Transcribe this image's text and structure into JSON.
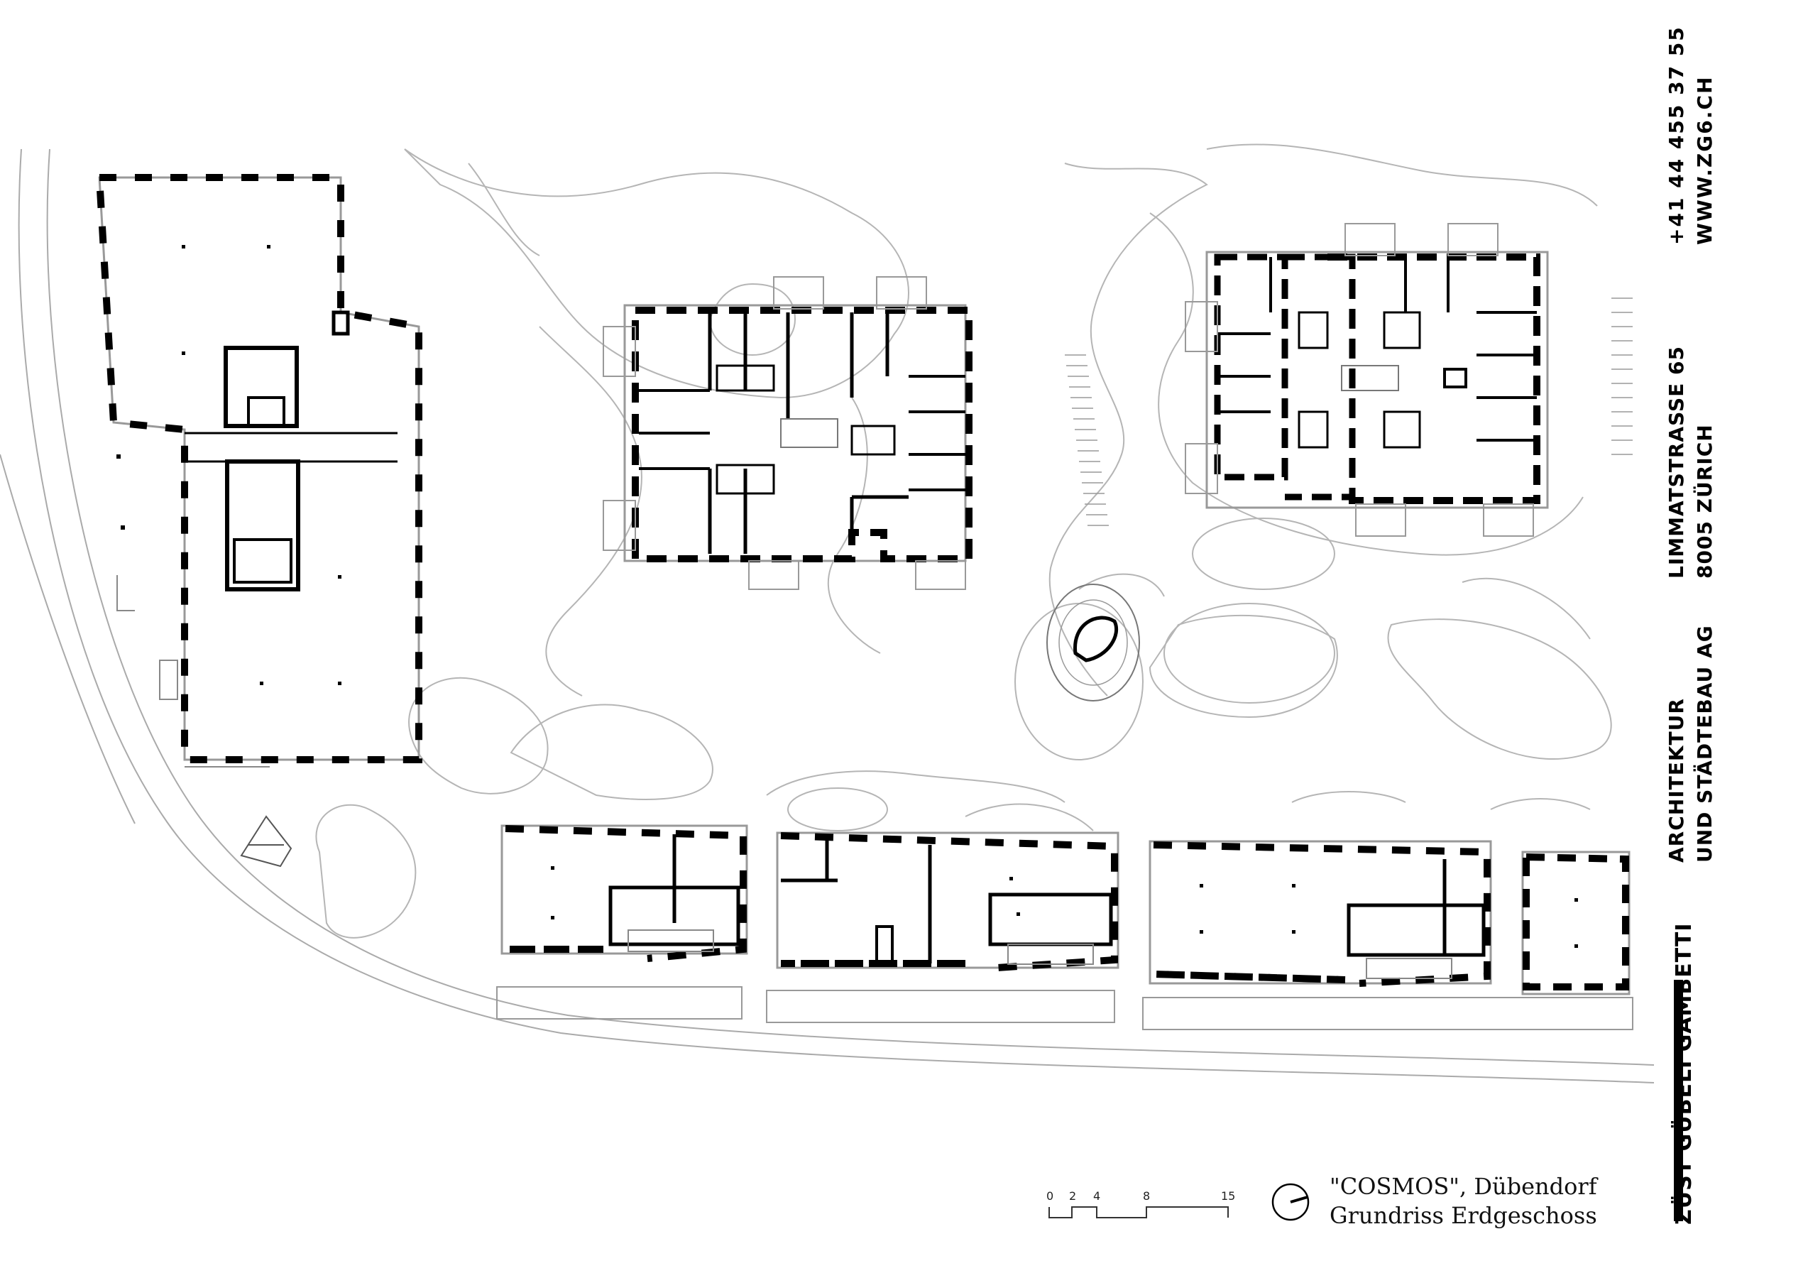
{
  "firm": {
    "name": "ZÜST GÜBELI GAMBETTI",
    "type_line1": "ARCHITEKTUR",
    "type_line2": "UND STÄDTEBAU AG",
    "address_line1": "LIMMATSTRASSE 65",
    "address_line2": "8005 ZÜRICH",
    "phone": "+41 44 455 37 55",
    "web": "WWW.ZG6.CH"
  },
  "project": {
    "title": "\"COSMOS\", Dübendorf",
    "subtitle": "Grundriss Erdgeschoss"
  },
  "scale_bar": {
    "ticks": [
      "0",
      "2",
      "4",
      "8",
      "15"
    ]
  },
  "icons": {
    "north_arrow": "north-arrow-icon"
  }
}
